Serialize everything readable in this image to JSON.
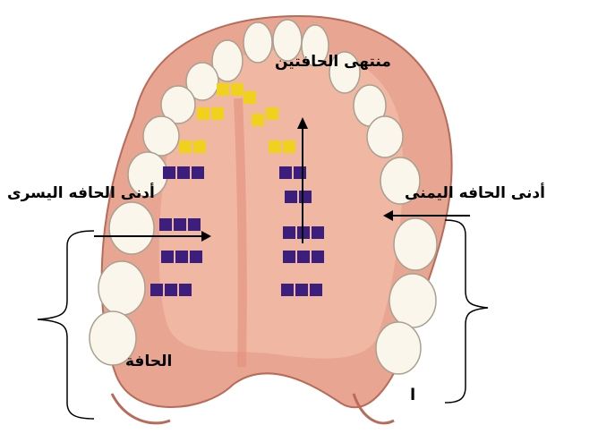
{
  "labels": {
    "palate_top": "منتهى الحافتين",
    "left_edge_bottom": "أدنى الحافه اليسرى",
    "right_edge_bottom": "أدنى الحافه اليمنى",
    "edge": "الحافة",
    "stray_mark": "ا"
  },
  "colors": {
    "gum": "#e8a591",
    "palate": "#f0b7a3",
    "raphe": "#e2907c",
    "tooth": "#faf6ec",
    "tooth_outline": "#a9a190",
    "yellow_square": "#f0d21e",
    "purple_square": "#3c1f7c",
    "line": "#000000"
  }
}
